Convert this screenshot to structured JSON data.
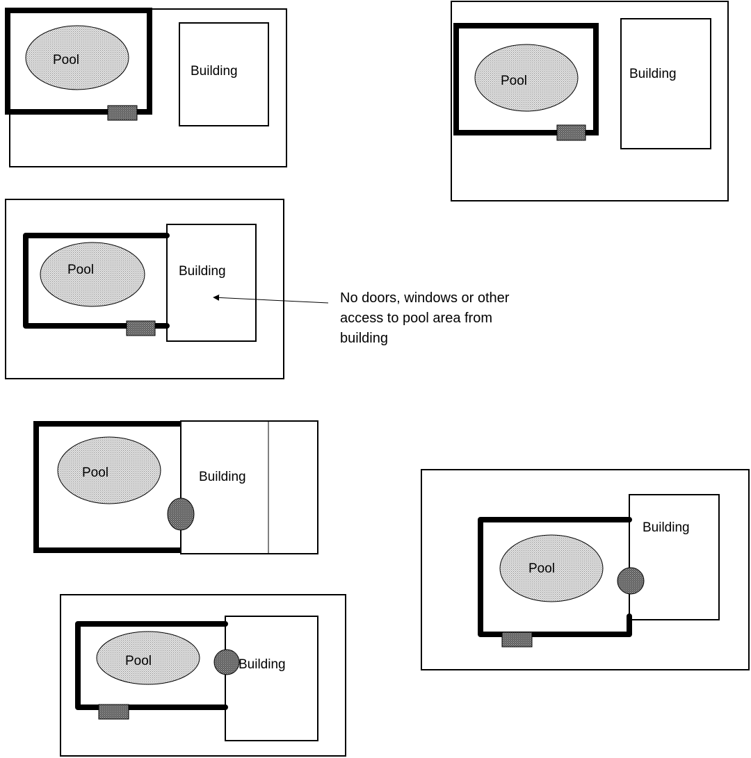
{
  "labels": {
    "pool": "Pool",
    "building": "Building"
  },
  "annotation": {
    "line1": "No doors, windows or other",
    "line2": "access to pool area from",
    "line3": "building"
  },
  "colors": {
    "pool_fill": "#d6d6d6",
    "gate_fill": "#555555",
    "line": "#000000"
  }
}
